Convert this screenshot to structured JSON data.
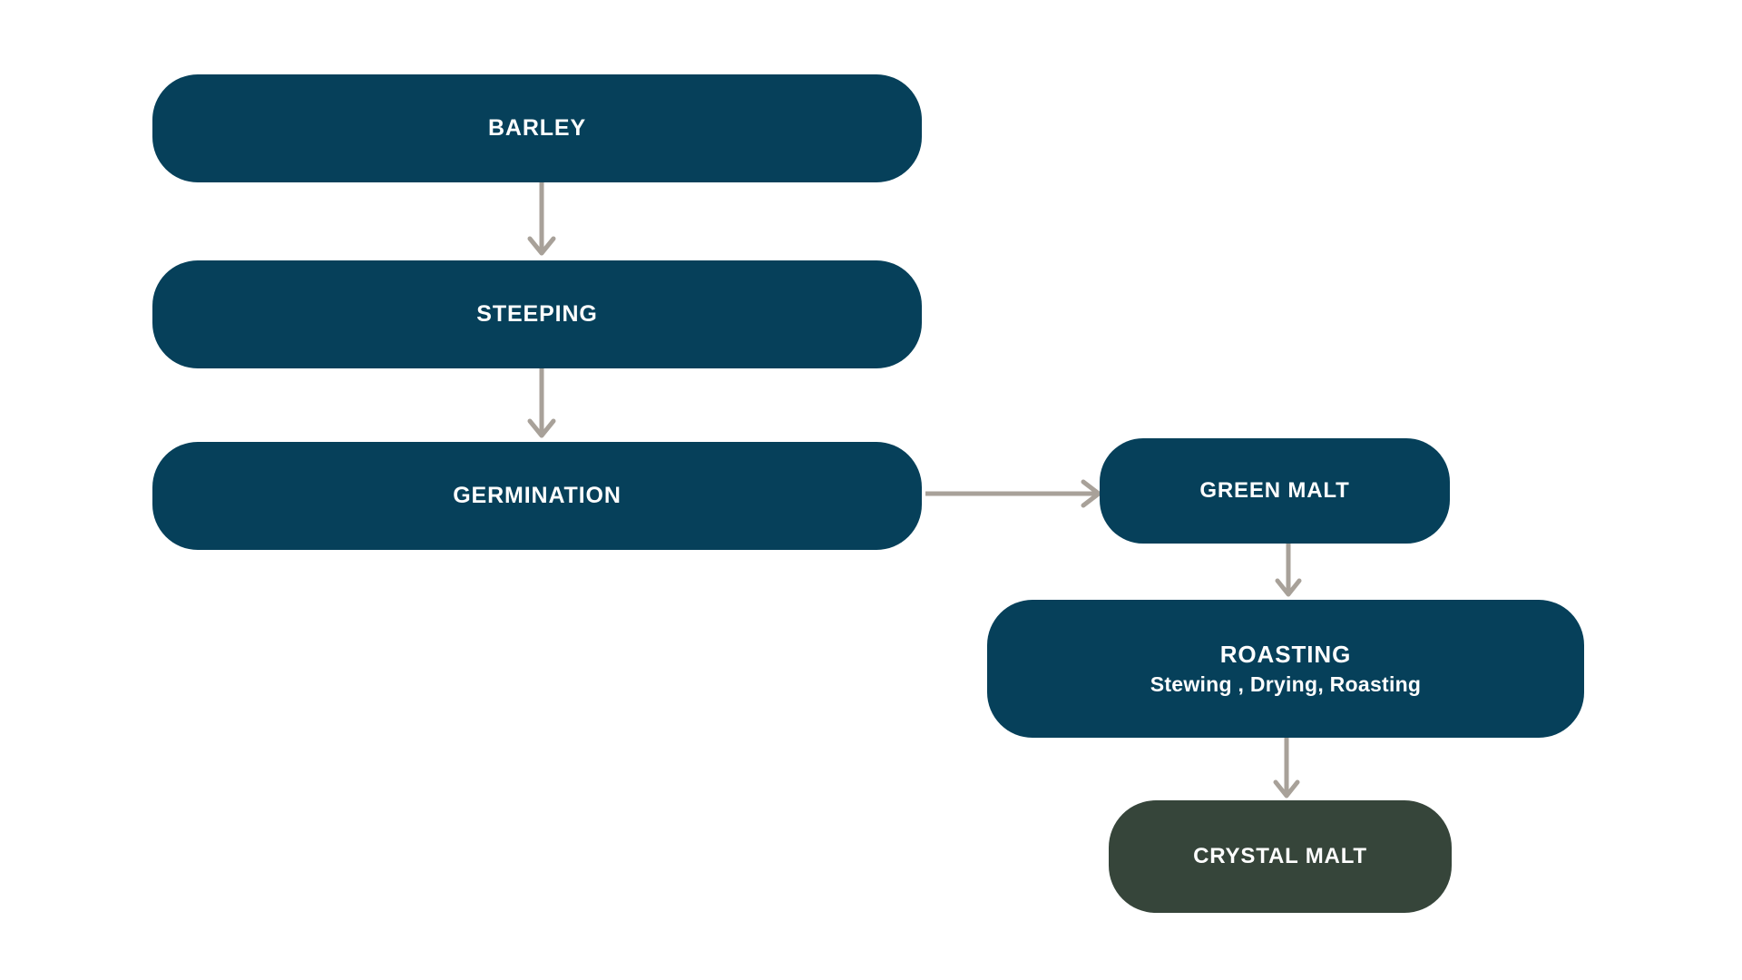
{
  "diagram": {
    "type": "flowchart",
    "orientation": "top-to-bottom-then-right",
    "background_color": "#ffffff",
    "node_color_primary": "#06405a",
    "node_color_accent": "#36453a",
    "node_text_color": "#ffffff",
    "connector_color": "#a8a199"
  },
  "nodes": [
    {
      "id": "barley",
      "title": "BARLEY",
      "subtitle": "",
      "color": "#06405a",
      "shape": "rounded-rectangle"
    },
    {
      "id": "steeping",
      "title": "STEEPING",
      "subtitle": "",
      "color": "#06405a",
      "shape": "rounded-rectangle"
    },
    {
      "id": "germination",
      "title": "GERMINATION",
      "subtitle": "",
      "color": "#06405a",
      "shape": "rounded-rectangle"
    },
    {
      "id": "green-malt",
      "title": "GREEN MALT",
      "subtitle": "",
      "color": "#06405a",
      "shape": "rounded-rectangle"
    },
    {
      "id": "roasting",
      "title": "ROASTING",
      "subtitle": "Stewing , Drying, Roasting",
      "color": "#06405a",
      "shape": "rounded-rectangle"
    },
    {
      "id": "crystal-malt",
      "title": "CRYSTAL MALT",
      "subtitle": "",
      "color": "#36453a",
      "shape": "rounded-rectangle"
    }
  ],
  "connectors": [
    {
      "id": "barley-to-steeping",
      "from": "barley",
      "to": "steeping",
      "direction": "down"
    },
    {
      "id": "steeping-to-germination",
      "from": "steeping",
      "to": "germination",
      "direction": "down"
    },
    {
      "id": "germination-to-green-malt",
      "from": "germination",
      "to": "green-malt",
      "direction": "right"
    },
    {
      "id": "green-malt-to-roasting",
      "from": "green-malt",
      "to": "roasting",
      "direction": "down"
    },
    {
      "id": "roasting-to-crystal-malt",
      "from": "roasting",
      "to": "crystal-malt",
      "direction": "down"
    }
  ]
}
